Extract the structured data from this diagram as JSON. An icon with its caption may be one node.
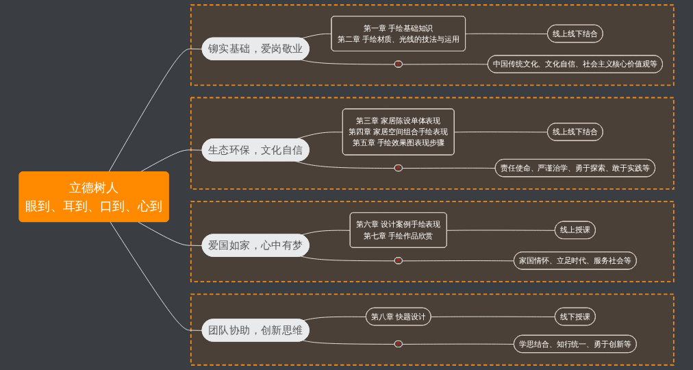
{
  "diagram": {
    "nodes": [
      {
        "text": [
          "立德树人",
          "眼到、耳到、口到、心到"
        ]
      },
      {
        "text": [],
        "shape": "box"
      },
      {
        "text": [
          "铆实基础，爱岗敬业"
        ],
        "in": 1
      },
      {
        "text": [
          "第一章 手绘基础知识",
          "第二章 手绘材质、光线的技法与运用"
        ],
        "in": 1
      },
      {
        "text": [
          "线上线下结合"
        ],
        "in": 1
      },
      {
        "text": [],
        "shape": "flag",
        "in": 1
      },
      {
        "text": [
          "中国传统文化、文化自信、社会主义核心价值观等"
        ],
        "in": 1
      },
      {
        "text": [],
        "shape": "box"
      },
      {
        "text": [
          "生态环保，文化自信"
        ],
        "in": 7
      },
      {
        "text": [
          "第三章 家居陈设单体表现",
          "第四章 家居空间组合手绘表现",
          "第五章 手绘效果图表现步骤"
        ],
        "in": 7
      },
      {
        "text": [
          "线上线下结合"
        ],
        "in": 7
      },
      {
        "text": [],
        "shape": "flag",
        "in": 7
      },
      {
        "text": [
          "责任使命、严谨治学、勇于探索、敢于实践等"
        ],
        "in": 7
      },
      {
        "text": [],
        "shape": "box"
      },
      {
        "text": [
          "爱国如家，心中有梦"
        ],
        "in": 13
      },
      {
        "text": [
          "第六章 设计案例手绘表现",
          "第七章 手绘作品欣赏"
        ],
        "in": 13
      },
      {
        "text": [
          "线上授课"
        ],
        "in": 13
      },
      {
        "text": [],
        "shape": "flag",
        "in": 13
      },
      {
        "text": [
          "家国情怀、立足时代、服务社会等"
        ],
        "in": 13
      },
      {
        "text": [],
        "shape": "box"
      },
      {
        "text": [
          "团队协助，创新思维"
        ],
        "in": 19
      },
      {
        "text": [
          "第八章 快题设计"
        ],
        "in": 19
      },
      {
        "text": [
          "线下授课"
        ],
        "in": 19
      },
      {
        "text": [],
        "shape": "flag",
        "in": 19
      },
      {
        "text": [
          "学思结合、知行统一、勇于创新等"
        ],
        "in": 19
      }
    ],
    "edges": [
      {
        "from": 0,
        "to": 2,
        "arrow": "none"
      },
      {
        "from": 0,
        "to": 8,
        "arrow": "none"
      },
      {
        "from": 0,
        "to": 14,
        "arrow": "none"
      },
      {
        "from": 0,
        "to": 20,
        "arrow": "none"
      },
      {
        "from": 2,
        "to": 3,
        "arrow": "none"
      },
      {
        "from": 2,
        "to": 5,
        "arrow": "none"
      },
      {
        "from": 3,
        "to": 4,
        "arrow": "none"
      },
      {
        "from": 5,
        "to": 6,
        "arrow": "none"
      },
      {
        "from": 8,
        "to": 9,
        "arrow": "none"
      },
      {
        "from": 8,
        "to": 11,
        "arrow": "none"
      },
      {
        "from": 9,
        "to": 10,
        "arrow": "none"
      },
      {
        "from": 11,
        "to": 12,
        "arrow": "none"
      },
      {
        "from": 14,
        "to": 15,
        "arrow": "none"
      },
      {
        "from": 14,
        "to": 17,
        "arrow": "none"
      },
      {
        "from": 15,
        "to": 16,
        "arrow": "none"
      },
      {
        "from": 17,
        "to": 18,
        "arrow": "none"
      },
      {
        "from": 20,
        "to": 21,
        "arrow": "none"
      },
      {
        "from": 20,
        "to": 23,
        "arrow": "none"
      },
      {
        "from": 21,
        "to": 22,
        "arrow": "none"
      },
      {
        "from": 23,
        "to": 24,
        "arrow": "none"
      }
    ]
  }
}
